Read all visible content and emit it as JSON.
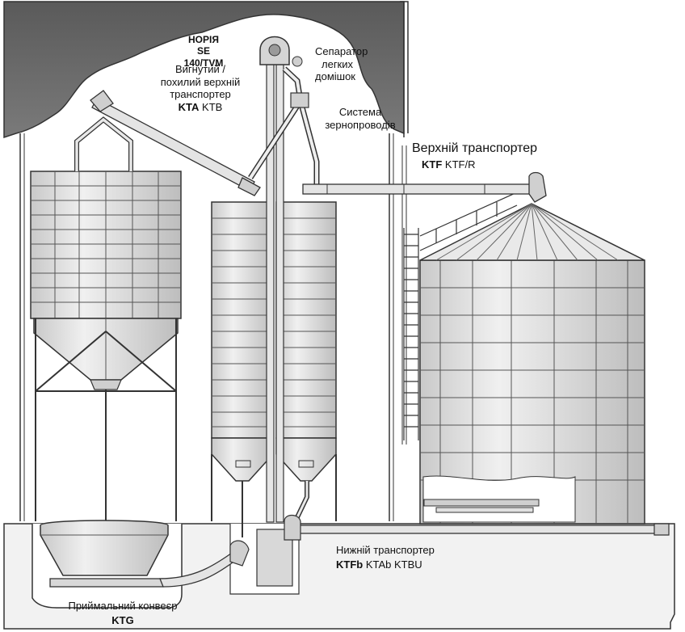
{
  "labels": {
    "elevator_title": "НОРІЯ",
    "elevator_model": "SE 140/TVM",
    "top_conveyor_curved": {
      "line1": "Вигнутий /",
      "line2": "похилий верхній",
      "line3": "транспортер",
      "code_bold": "KTA",
      "code": "KTB"
    },
    "separator": {
      "line1": "Сепаратор",
      "line2": "легких",
      "line3": "домішок"
    },
    "piping": {
      "line1": "Система",
      "line2": "зернопроводів"
    },
    "top_conveyor": {
      "title": "Верхній транспортер",
      "code_bold": "KTF",
      "code": "KTF/R"
    },
    "bottom_conveyor": {
      "title": "Нижній транспортер",
      "code_bold": "KTFb",
      "code": "KTAb KTBU"
    },
    "receiving_conveyor": {
      "title": "Приймальний конвеєр",
      "code_bold": "KTG"
    }
  },
  "colors": {
    "outline": "#333333",
    "roof": "#6b6b6b",
    "roof_dark": "#444444",
    "metal": "#d9d9d9",
    "metal_light": "#ececec",
    "ground": "#f2f2f2"
  }
}
